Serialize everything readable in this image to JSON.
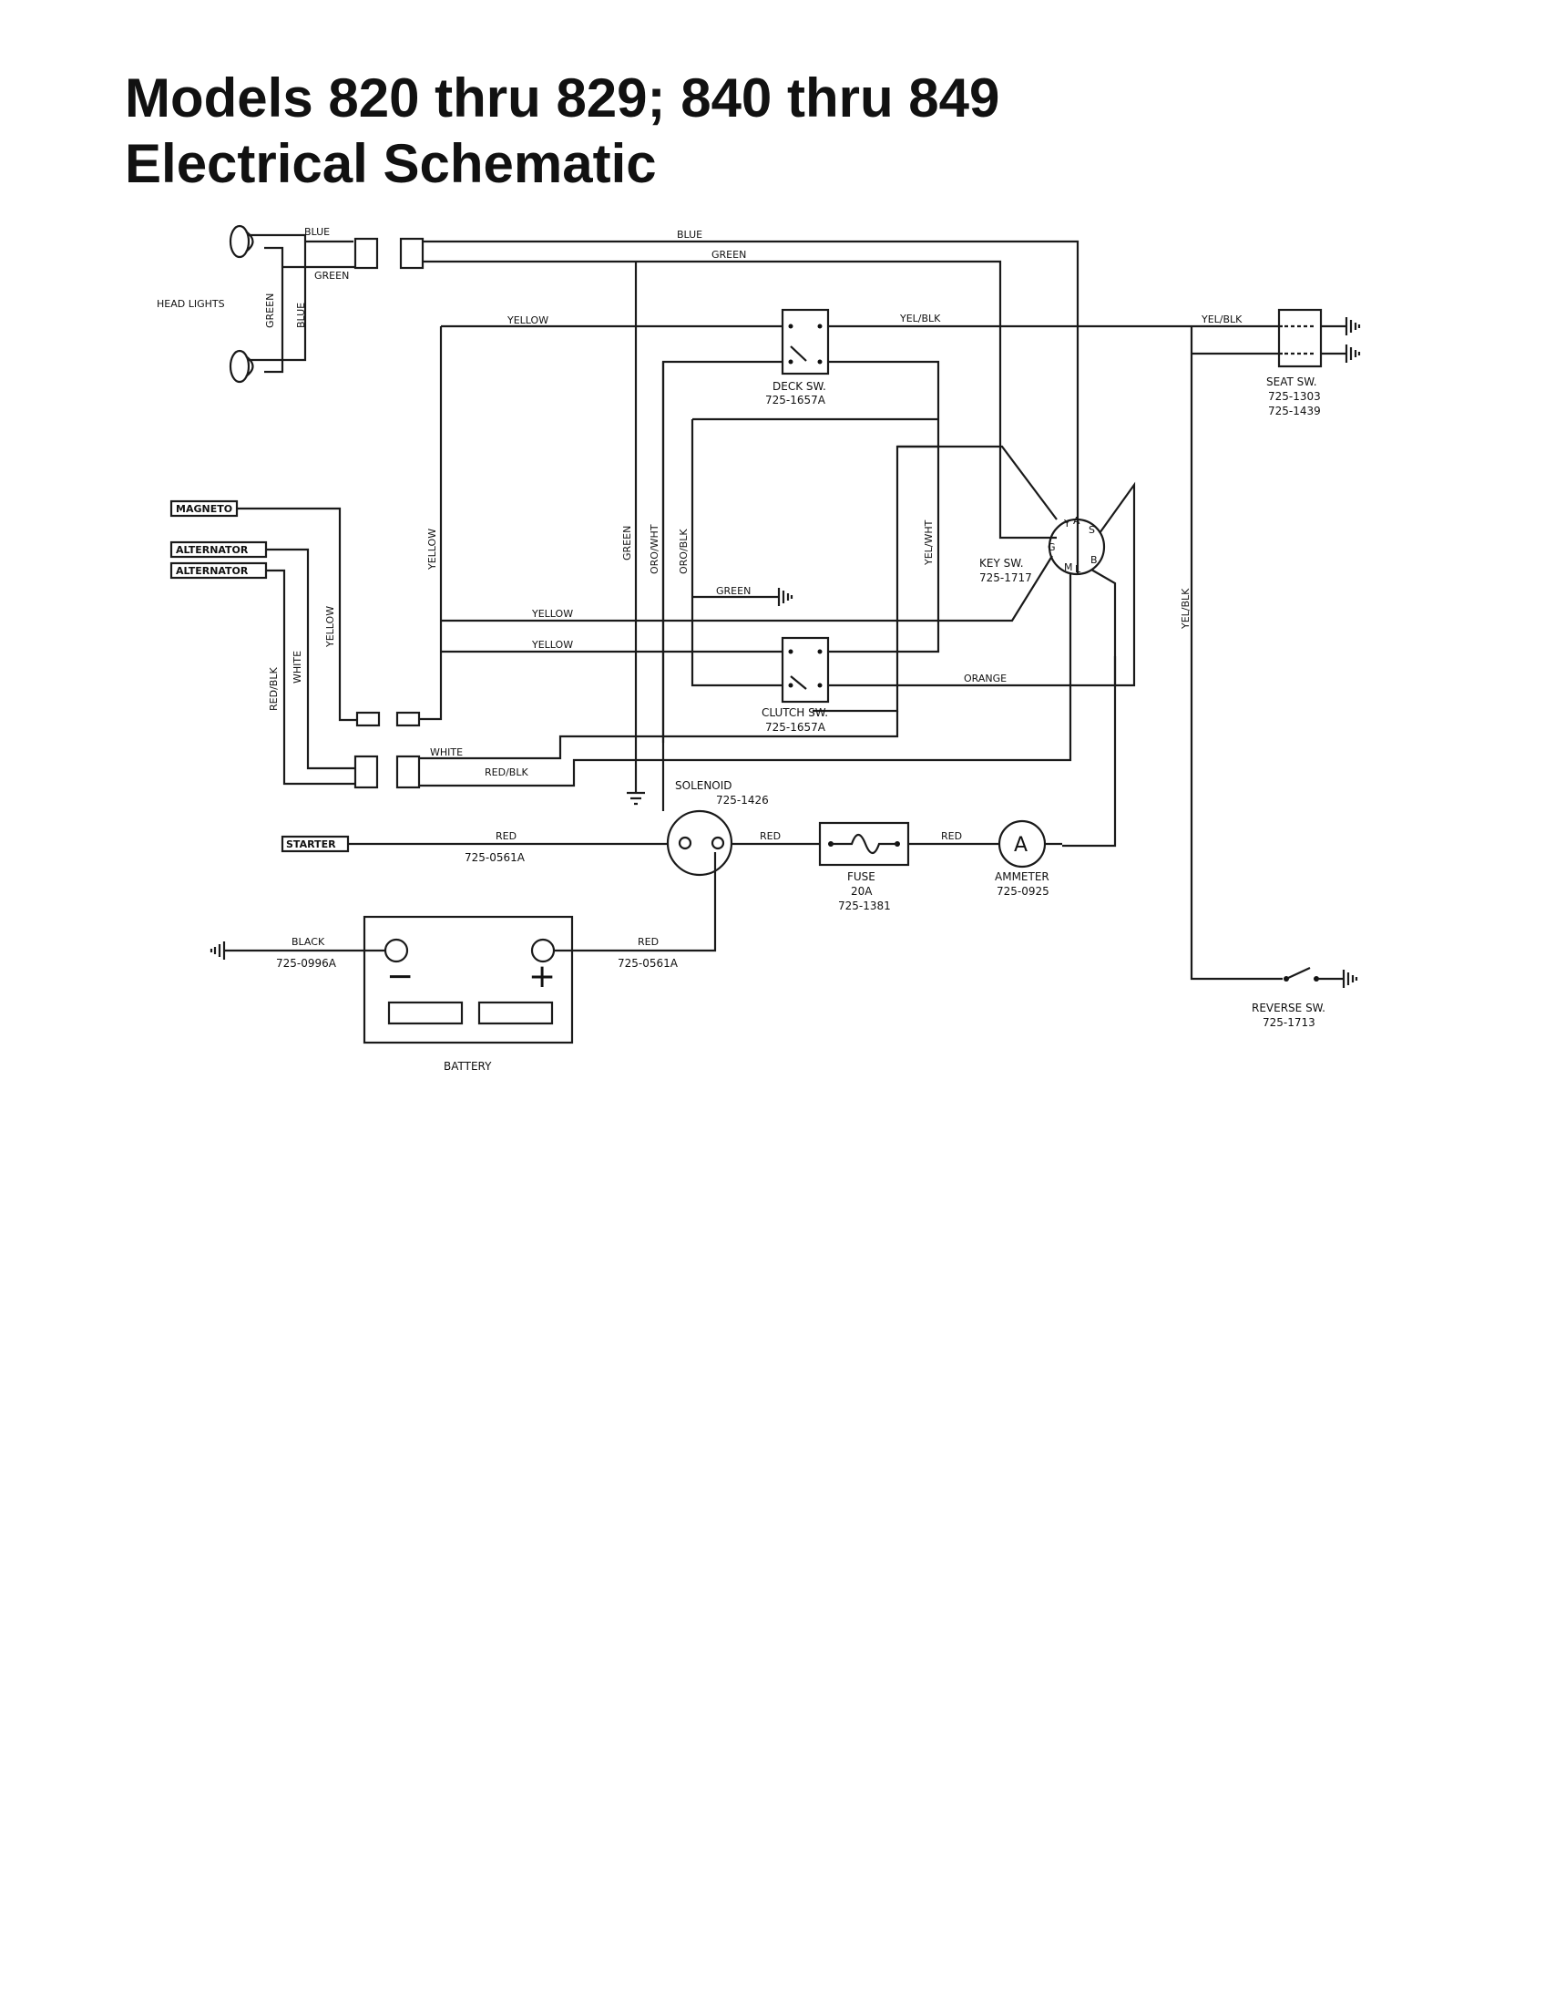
{
  "title": {
    "line1": "Models 820 thru 829; 840 thru 849",
    "line2": "Electrical Schematic"
  },
  "wires": {
    "blue_top": "BLUE",
    "green_top": "GREEN",
    "blue_long": "BLUE",
    "green_long": "GREEN",
    "hl_green": "GREEN",
    "hl_blue": "BLUE",
    "yellow_top": "YELLOW",
    "yel_blk_top": "YEL/BLK",
    "yel_blk_seat": "YEL/BLK",
    "yellow_vert": "YELLOW",
    "green_vert": "GREEN",
    "oro_wht": "ORO/WHT",
    "oro_blk": "ORO/BLK",
    "green_gnd": "GREEN",
    "yellow_mid1": "YELLOW",
    "yellow_mid2": "YELLOW",
    "yel_wht": "YEL/WHT",
    "yel_blk_vert": "YEL/BLK",
    "orange": "ORANGE",
    "yellow_left": "YELLOW",
    "white_left": "WHITE",
    "red_blk_left": "RED/BLK",
    "white": "WHITE",
    "red_blk": "RED/BLK",
    "red_starter": "RED",
    "red_fuse": "RED",
    "red_ammeter": "RED",
    "black": "BLACK",
    "red_batt": "RED"
  },
  "parts": {
    "cable_starter": "725-0561A",
    "cable_battery_neg": "725-0996A",
    "cable_battery_pos": "725-0561A"
  },
  "components": {
    "headlights": "HEAD LIGHTS",
    "magneto": "MAGNETO",
    "alternator1": "ALTERNATOR",
    "alternator2": "ALTERNATOR",
    "starter": "STARTER",
    "deck_switch": {
      "name": "DECK SW.",
      "part": "725-1657A"
    },
    "clutch_switch": {
      "name": "CLUTCH SW.",
      "part": "725-1657A"
    },
    "seat_switch": {
      "name": "SEAT SW.",
      "part1": "725-1303",
      "part2": "725-1439"
    },
    "key_switch": {
      "name": "KEY SW.",
      "part": "725-1717",
      "terminals": [
        "Y",
        "A",
        "S",
        "G",
        "M",
        "L",
        "B"
      ]
    },
    "solenoid": {
      "name": "SOLENOID",
      "part": "725-1426"
    },
    "fuse": {
      "name": "FUSE",
      "rating": "20A",
      "part": "725-1381"
    },
    "ammeter": {
      "name": "AMMETER",
      "part": "725-0925",
      "symbol": "A"
    },
    "battery": {
      "name": "BATTERY",
      "minus": "−",
      "plus": "+"
    },
    "reverse_switch": {
      "name": "REVERSE SW.",
      "part": "725-1713"
    }
  }
}
